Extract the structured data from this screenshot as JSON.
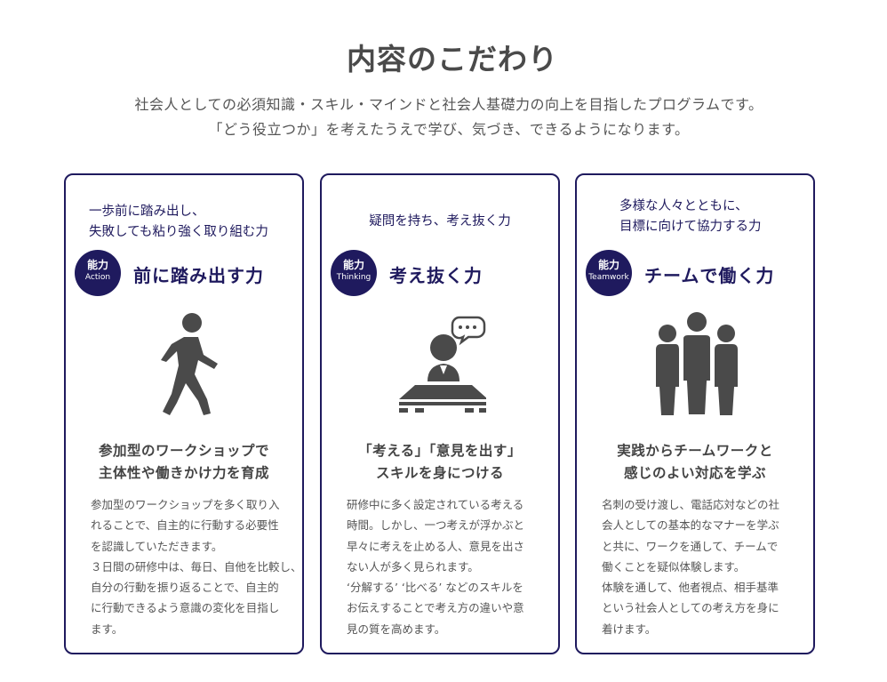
{
  "header": {
    "title": "内容のこだわり",
    "lead": [
      "社会人としての必須知識・スキル・マインドと社会人基礎力の向上を目指したプログラムです。",
      "「どう役立つか」を考えたうえで学び、気づき、できるようになります。"
    ]
  },
  "cards": [
    {
      "tagline": [
        "一歩前に踏み出し、",
        "失敗しても粘り強く取り組む力"
      ],
      "badge": {
        "label": "能力",
        "en": "Action"
      },
      "heading": "前に踏み出す力",
      "icon": "walking-person-icon",
      "subheading": [
        "参加型のワークショップで",
        "主体性や働きかけ力を育成"
      ],
      "body": [
        "参加型のワークショップを多く取り入",
        "れることで、自主的に行動する必要性",
        "を認識していただきます。",
        "３日間の研修中は、毎日、自他を比較し、",
        "自分の行動を振り返ることで、自主的",
        "に行動できるよう意識の変化を目指し",
        "ます。"
      ]
    },
    {
      "tagline": [
        "疑問を持ち、考え抜く力"
      ],
      "badge": {
        "label": "能力",
        "en": "Thinking"
      },
      "heading": "考え抜く力",
      "icon": "thinking-person-icon",
      "subheading": [
        "「考える」「意見を出す」",
        "スキルを身につける"
      ],
      "body": [
        "研修中に多く設定されている考える",
        "時間。しかし、一つ考えが浮かぶと",
        "早々に考えを止める人、意見を出さ",
        "ない人が多く見られます。",
        "‘分解する’ ‘比べる’ などのスキルを",
        "お伝えすることで考え方の違いや意",
        "見の質を高めます。"
      ]
    },
    {
      "tagline": [
        "多様な人々とともに、",
        "目標に向けて協力する力"
      ],
      "badge": {
        "label": "能力",
        "en": "Teamwork"
      },
      "heading": "チームで働く力",
      "icon": "team-icon",
      "subheading": [
        "実践からチームワークと",
        "感じのよい対応を学ぶ"
      ],
      "body": [
        "名刺の受け渡し、電話応対などの社",
        "会人としての基本的なマナーを学ぶ",
        "と共に、ワークを通して、チームで",
        "働くことを疑似体験します。",
        "体験を通して、他者視点、相手基準",
        "という社会人としての考え方を身に",
        "着けます。"
      ]
    }
  ]
}
